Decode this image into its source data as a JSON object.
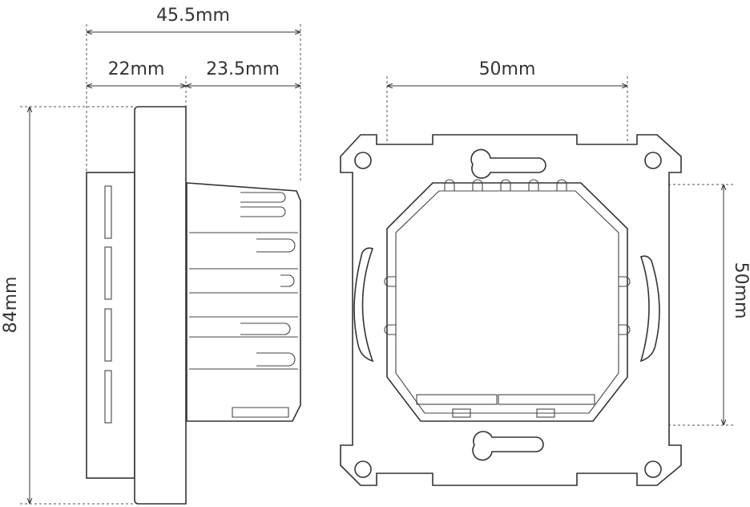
{
  "dimensions": {
    "total_depth": "45.5mm",
    "front_depth": "22mm",
    "back_depth": "23.5mm",
    "height": "84mm",
    "mount_width": "50mm",
    "mount_height": "50mm"
  }
}
